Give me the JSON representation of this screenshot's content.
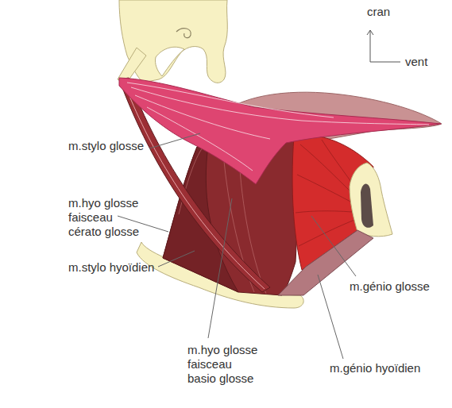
{
  "diagram": {
    "labels": [
      "cran",
      "vent",
      "m.stylo glosse",
      "m.hyo glosse faisceau cérato glosse",
      "m.stylo hyoïdien",
      "m.génio glosse",
      "m.hyo glosse faisceau basio glosse",
      "m.génio hyoïdien"
    ]
  }
}
